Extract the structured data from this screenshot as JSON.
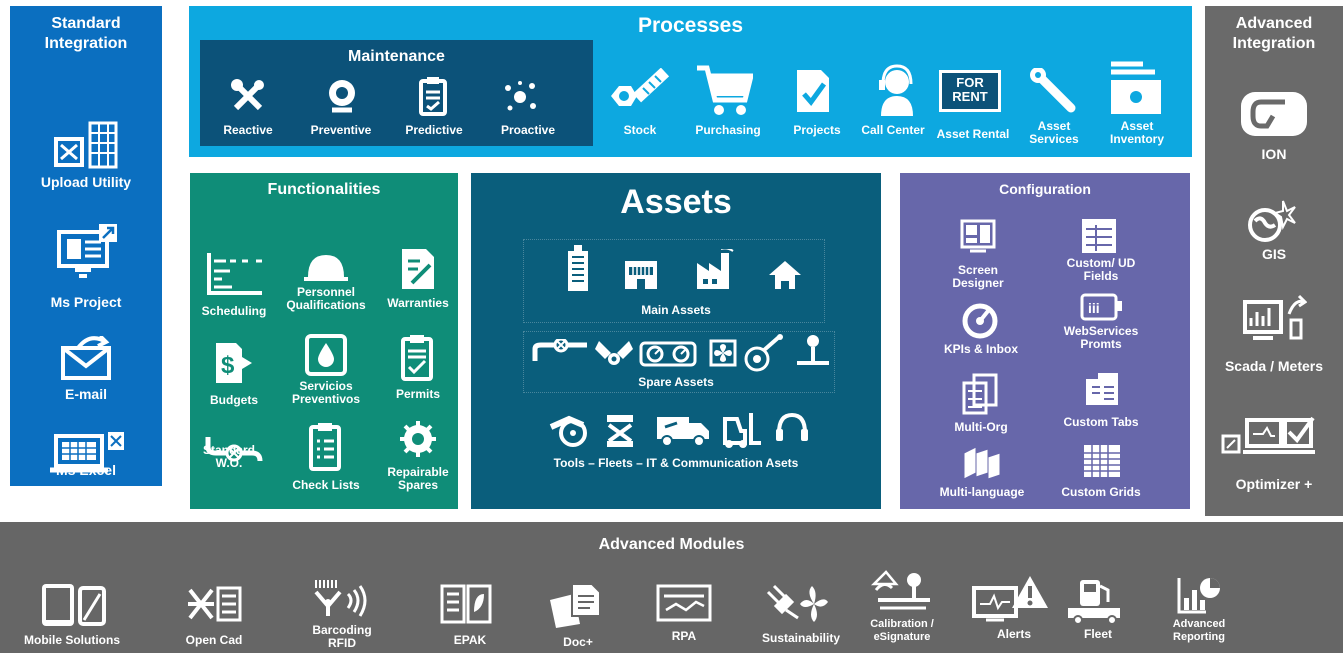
{
  "standard_integration": {
    "title_line1": "Standard",
    "title_line2": "Integration",
    "items": [
      {
        "label": "Upload Utility",
        "icon": "excel-building-icon"
      },
      {
        "label": "Ms Project",
        "icon": "ms-project-icon"
      },
      {
        "label": "E-mail",
        "icon": "email-icon"
      },
      {
        "label": "Ms Excel",
        "icon": "excel-laptop-icon"
      }
    ]
  },
  "processes": {
    "title": "Processes",
    "maintenance": {
      "title": "Maintenance",
      "items": [
        {
          "label": "Reactive",
          "icon": "wrench-screwdriver-icon"
        },
        {
          "label": "Preventive",
          "icon": "webcam-icon"
        },
        {
          "label": "Predictive",
          "icon": "clipboard-icon"
        },
        {
          "label": "Proactive",
          "icon": "sparkle-icon"
        }
      ]
    },
    "items": [
      {
        "label": "Stock",
        "icon": "nut-bolt-icon"
      },
      {
        "label": "Purchasing",
        "icon": "cart-icon"
      },
      {
        "label": "Projects",
        "icon": "checklist-icon"
      },
      {
        "label": "Call Center",
        "icon": "headset-agent-icon"
      },
      {
        "label": "Asset Rental",
        "icon": "for-rent-sign-icon",
        "sign_line1": "FOR",
        "sign_line2": "RENT"
      },
      {
        "label_line1": "Asset",
        "label_line2": "Services",
        "icon": "wrench-icon"
      },
      {
        "label_line1": "Asset",
        "label_line2": "Inventory",
        "icon": "inventory-icon"
      }
    ]
  },
  "advanced_integration": {
    "title_line1": "Advanced",
    "title_line2": "Integration",
    "items": [
      {
        "label": "ION",
        "icon": "ion-logo-icon"
      },
      {
        "label": "GIS",
        "icon": "globe-icon"
      },
      {
        "label": "Scada / Meters",
        "icon": "scada-meter-icon"
      },
      {
        "label": "Optimizer +",
        "icon": "optimizer-icon"
      }
    ]
  },
  "functionalities": {
    "title": "Functionalities",
    "items": [
      {
        "label": "Scheduling",
        "icon": "gantt-icon"
      },
      {
        "label_line1": "Personnel",
        "label_line2": "Qualifications",
        "icon": "hardhat-icon"
      },
      {
        "label": "Warranties",
        "icon": "document-pen-icon"
      },
      {
        "label": "Budgets",
        "icon": "budget-icon"
      },
      {
        "label_line1": "Servicios",
        "label_line2": "Preventivos",
        "icon": "drop-icon"
      },
      {
        "label": "Permits",
        "icon": "permit-icon"
      },
      {
        "label_line1": "Standard",
        "label_line2": "W.O.",
        "icon": "valve-pipe-icon"
      },
      {
        "label": "Check Lists",
        "icon": "checklist-clipboard-icon"
      },
      {
        "label_line1": "Repairable",
        "label_line2": "Spares",
        "icon": "gear-part-icon"
      }
    ]
  },
  "assets": {
    "title": "Assets",
    "main_label": "Main Assets",
    "spare_label": "Spare Assets",
    "tools_label": "Tools – Fleets – IT & Communication Asets",
    "main_icons": [
      "skyscraper-icon",
      "store-icon",
      "factory-icon",
      "house-icon"
    ],
    "spare_icons": [
      "pipe-valve-icon",
      "pistons-icon",
      "gauges-icon",
      "fan-icon",
      "rotor-icon",
      "meter-post-icon"
    ],
    "tool_icons": [
      "saw-icon",
      "lift-icon",
      "truck-icon",
      "forklift-icon",
      "headset-icon"
    ]
  },
  "configuration": {
    "title": "Configuration",
    "items": [
      {
        "label_line1": "Screen",
        "label_line2": "Designer",
        "icon": "screen-designer-icon"
      },
      {
        "label_line1": "Custom/ UD",
        "label_line2": "Fields",
        "icon": "custom-fields-icon"
      },
      {
        "label": "KPIs & Inbox",
        "icon": "kpi-gauge-icon"
      },
      {
        "label_line1": "WebServices",
        "label_line2": "Promts",
        "icon": "webservice-icon"
      },
      {
        "label": "Multi-Org",
        "icon": "multi-org-icon"
      },
      {
        "label": "Custom Tabs",
        "icon": "custom-tabs-icon"
      },
      {
        "label": "Multi-language",
        "icon": "multi-language-icon"
      },
      {
        "label": "Custom Grids",
        "icon": "grid-icon"
      }
    ]
  },
  "advanced_modules": {
    "title": "Advanced Modules",
    "items": [
      {
        "label": "Mobile Solutions",
        "icon": "mobile-icon"
      },
      {
        "label": "Open Cad",
        "icon": "cad-icon"
      },
      {
        "label_line1": "Barcoding",
        "label_line2": "RFID",
        "icon": "barcode-rfid-icon"
      },
      {
        "label": "EPAK",
        "icon": "epak-icon"
      },
      {
        "label": "Doc+",
        "icon": "docs-icon"
      },
      {
        "label": "RPA",
        "icon": "rpa-icon"
      },
      {
        "label": "Sustainability",
        "icon": "plug-leaf-icon"
      },
      {
        "label_line1": "Calibration /",
        "label_line2": "eSignature",
        "icon": "calibration-icon"
      },
      {
        "label": "Alerts",
        "icon": "alert-icon"
      },
      {
        "label": "Fleet",
        "icon": "fuel-truck-icon"
      },
      {
        "label_line1": "Advanced",
        "label_line2": "Reporting",
        "icon": "report-chart-icon"
      }
    ]
  },
  "colors": {
    "standard": "#0b6fc0",
    "processes": "#0da8e0",
    "maintenance": "#0c5279",
    "functionalities": "#0f8d78",
    "assets": "#0a5e7c",
    "configuration": "#6767aa",
    "advanced_integration": "#6a6a6a",
    "advanced_modules": "#666666"
  }
}
